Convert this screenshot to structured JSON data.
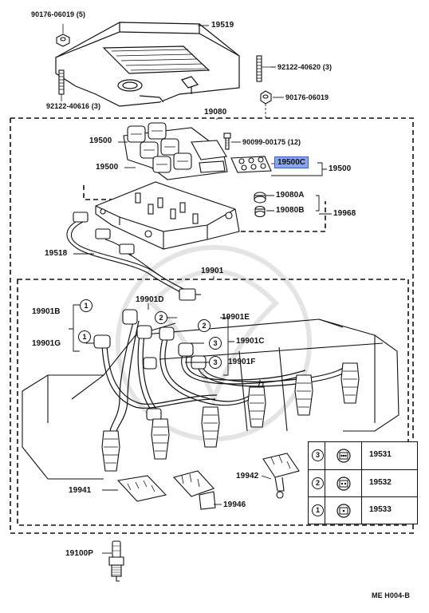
{
  "labels": {
    "p90176_06019_5": "90176-06019 (5)",
    "p19519": "19519",
    "p92122_40620": "92122-40620 (3)",
    "p92122_40616": "92122-40616 (3)",
    "p90176_06019": "90176-06019",
    "p19080": "19080",
    "p19500_a": "19500",
    "p90099_00175": "90099-00175 (12)",
    "p19500_b": "19500",
    "p19500c": "19500C",
    "p19500_c": "19500",
    "p19080a": "19080A",
    "p19080b": "19080B",
    "p19968": "19968",
    "p19518": "19518",
    "p19901": "19901",
    "p19901b": "19901B",
    "p19901d": "19901D",
    "p19901e": "19901E",
    "p19901g": "19901G",
    "p19901c": "19901C",
    "p19901f": "19901F",
    "p19941": "19941",
    "p19942": "19942",
    "p19946": "19946",
    "p19100p": "19100P",
    "footer": "ME  H004-B"
  },
  "callouts": {
    "c1a": "1",
    "c1b": "1",
    "c2a": "2",
    "c2b": "2",
    "c3a": "3",
    "c3b": "3"
  },
  "legend": {
    "rows": [
      {
        "num": "3",
        "part": "19531",
        "icon": "three-pin-connector-icon"
      },
      {
        "num": "2",
        "part": "19532",
        "icon": "two-pin-connector-icon"
      },
      {
        "num": "1",
        "part": "19533",
        "icon": "one-pin-connector-icon"
      }
    ]
  },
  "colors": {
    "line": "#111111",
    "highlight": "#8aa6ea",
    "watermark": "#e6e6e6"
  }
}
